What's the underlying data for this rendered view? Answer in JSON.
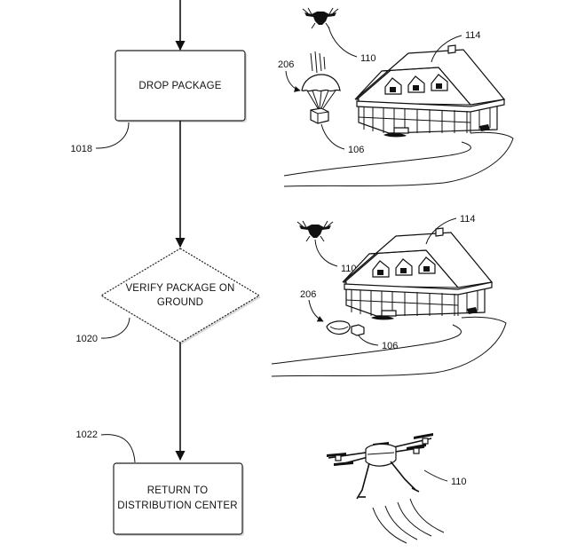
{
  "flowchart": {
    "steps": [
      {
        "label_lines": [
          "DROP PACKAGE"
        ],
        "ref": "1018"
      },
      {
        "label_lines": [
          "VERIFY PACKAGE ON",
          "GROUND"
        ],
        "ref": "1020"
      },
      {
        "label_lines": [
          "RETURN TO",
          "DISTRIBUTION CENTER"
        ],
        "ref": "1022"
      }
    ]
  },
  "illustrations": {
    "drop_scene": {
      "uav_ref": "110",
      "parachute_ref": "206",
      "package_ref": "106",
      "house_ref": "114"
    },
    "ground_scene": {
      "uav_ref": "110",
      "parachute_ref": "206",
      "package_ref": "106",
      "house_ref": "114"
    },
    "return_scene": {
      "uav_ref": "110"
    }
  }
}
